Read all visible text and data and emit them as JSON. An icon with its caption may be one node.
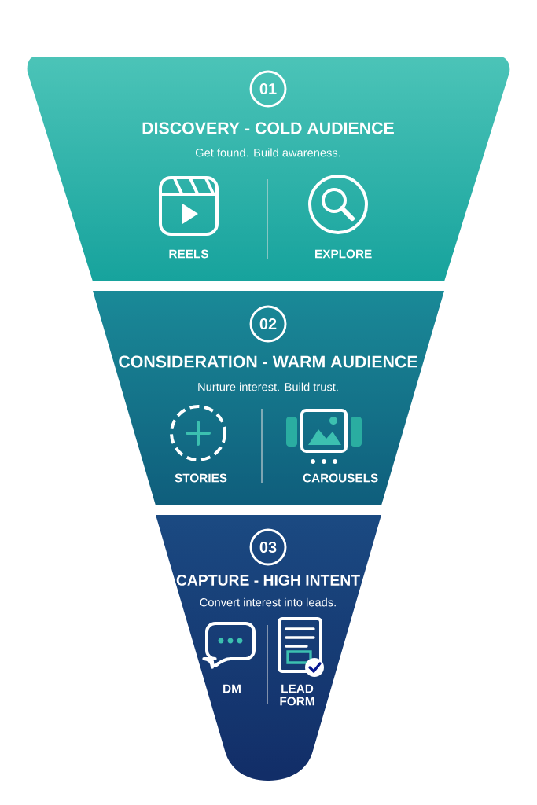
{
  "diagram": {
    "nodes": [
      {
        "text": [
          "01",
          "DISCOVERY - COLD AUDIENCE",
          "Get found. Build awareness."
        ]
      },
      {
        "text": [
          "REELS"
        ],
        "in": 0
      },
      {
        "text": [
          "EXPLORE"
        ],
        "in": 0
      },
      {
        "text": [
          "02",
          "CONSIDERATION - WARM AUDIENCE",
          "Nurture interest. Build trust."
        ]
      },
      {
        "text": [
          "STORIES"
        ],
        "in": 3
      },
      {
        "text": [
          "CAROUSELS"
        ],
        "in": 3
      },
      {
        "text": [
          "03",
          "CAPTURE - HIGH INTENT",
          "Convert interest into leads."
        ]
      },
      {
        "text": [
          "DM"
        ],
        "in": 6
      },
      {
        "text": [
          "LEAD FORM"
        ],
        "in": 6
      }
    ]
  }
}
